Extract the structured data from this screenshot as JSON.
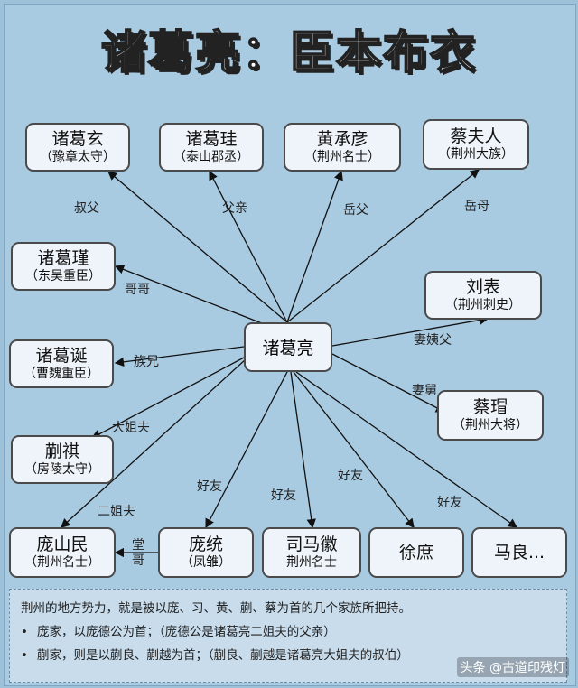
{
  "title": "诸葛亮：臣本布衣",
  "center": "诸葛亮",
  "nodes": {
    "xuan": {
      "name": "诸葛玄",
      "role": "（豫章太守）",
      "relation": "叔父"
    },
    "gui": {
      "name": "诸葛珪",
      "role": "（泰山郡丞）",
      "relation": "父亲"
    },
    "huang": {
      "name": "黄承彦",
      "role": "（荆州名士）",
      "relation": "岳父"
    },
    "cai_fu": {
      "name": "蔡夫人",
      "role": "（荆州大族）",
      "relation": "岳母"
    },
    "jin": {
      "name": "诸葛瑾",
      "role": "（东吴重臣）",
      "relation": "哥哥"
    },
    "liu": {
      "name": "刘表",
      "role": "（荆州刺史）",
      "relation": "妻姨父"
    },
    "dan": {
      "name": "诸葛诞",
      "role": "（曹魏重臣）",
      "relation": "族兄"
    },
    "cai_mao": {
      "name": "蔡瑁",
      "role": "（荆州大将）",
      "relation": "妻舅"
    },
    "kuai": {
      "name": "蒯祺",
      "role": "（房陵太守）",
      "relation": "大姐夫"
    },
    "pang_shan": {
      "name": "庞山民",
      "role": "（荆州名士）",
      "relation": "二姐夫"
    },
    "pang_tong": {
      "name": "庞统",
      "role": "（凤雏）",
      "relation": "好友",
      "side_label": "堂\n哥"
    },
    "sima": {
      "name": "司马徽",
      "role": "荆州名士",
      "relation": "好友"
    },
    "xu": {
      "name": "徐庶",
      "relation": "好友"
    },
    "ma": {
      "name": "马良...",
      "relation": "好友"
    }
  },
  "notes": {
    "intro": "荆州的地方势力，就是被以庞、习、黄、蒯、蔡为首的几个家族所把持。",
    "items": [
      "庞家，以庞德公为首；（庞德公是诸葛亮二姐夫的父亲）",
      "蒯家，则是以蒯良、蒯越为首；（蒯良、蒯越是诸葛亮大姐夫的叔伯）"
    ]
  },
  "watermark": "头条 @古道印残灯"
}
